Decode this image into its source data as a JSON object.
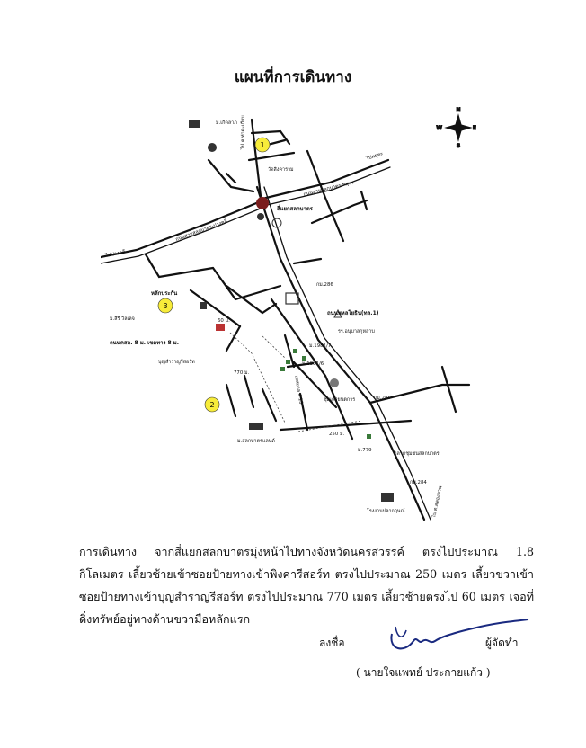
{
  "page": {
    "title": "แผนที่การเดินทาง"
  },
  "map": {
    "compass": {
      "n": "N",
      "s": "S",
      "e": "E",
      "w": "W"
    },
    "markers": [
      "1",
      "2",
      "3"
    ],
    "labels": {
      "village_kerdlab": "ม.เกิดลาภ",
      "to_tha_takiap": "ไป ต.ท่าตะเกียบ",
      "wat_singharam": "วัดสิงคาราม",
      "to_phayuha": "ไปพยุหะ",
      "road_sakonbat_phayuha": "ถนนสายสลกบาตร-พยุหะ",
      "road_sakonbat_pangkhli": "ถนนสายสลกบาตร-ปางคลี",
      "junction": "สี่แยกสลกบาตร",
      "to_pangkhli": "ไปปางคลี",
      "km_286": "กม.286",
      "road_phahonyothin": "ถนนพหลโยธิน(ทล.1)",
      "landmark_lak": "หลักประกัน",
      "village_saeng": "ม.สิริ วิลเลจ",
      "distance_60": "60 ม.",
      "soi_sign": "ถนนคสล. 8 ม. เขตทาง 8 ม.",
      "school": "รร.อนุบาลกุหลาบ",
      "village_1981": "ม.1981/7",
      "village_19816": "ม.1981/6",
      "resort": "บุญสำราญรีสอร์ท",
      "distance_770": "770 ม.",
      "soi_413": "เทศบาล 4 13",
      "car_shop": "ชุมเครยนตการ",
      "km_285": "กม.285",
      "distance_250": "250 ม.",
      "village_sakonbat": "ม.สลกบาตรแลนด์",
      "km_779": "ม.779",
      "market": "ตลาดชุมชนสลกบาตร",
      "km_284": "กม.284",
      "to_khlong_lan": "ไป ต.คลองลาน",
      "factory": "โรงงานปลากฤษณ์"
    }
  },
  "description": "การเดินทาง จากสี่แยกสลกบาตรมุ่งหน้าไปทางจังหวัดนครสวรรค์ ตรงไปประมาณ 1.8 กิโลเมตร เลี้ยวซ้ายเข้าซอยป้ายทางเข้าพิงคารีสอร์ท ตรงไปประมาณ 250 เมตร เลี้ยวขวาเข้าซอยป้ายทางเข้าบุญสำราญรีสอร์ท ตรงไปประมาณ 770 เมตร เลี้ยวซ้ายตรงไป 60 เมตร เจอที่ดิ่งทรัพย์อยู่ทางด้านขวามือหลักแรก",
  "signature": {
    "label": "ลงชื่อ",
    "role": "ผู้จัดทำ",
    "name": "( นายใจแพทย์ ประกายแก้ว )"
  }
}
